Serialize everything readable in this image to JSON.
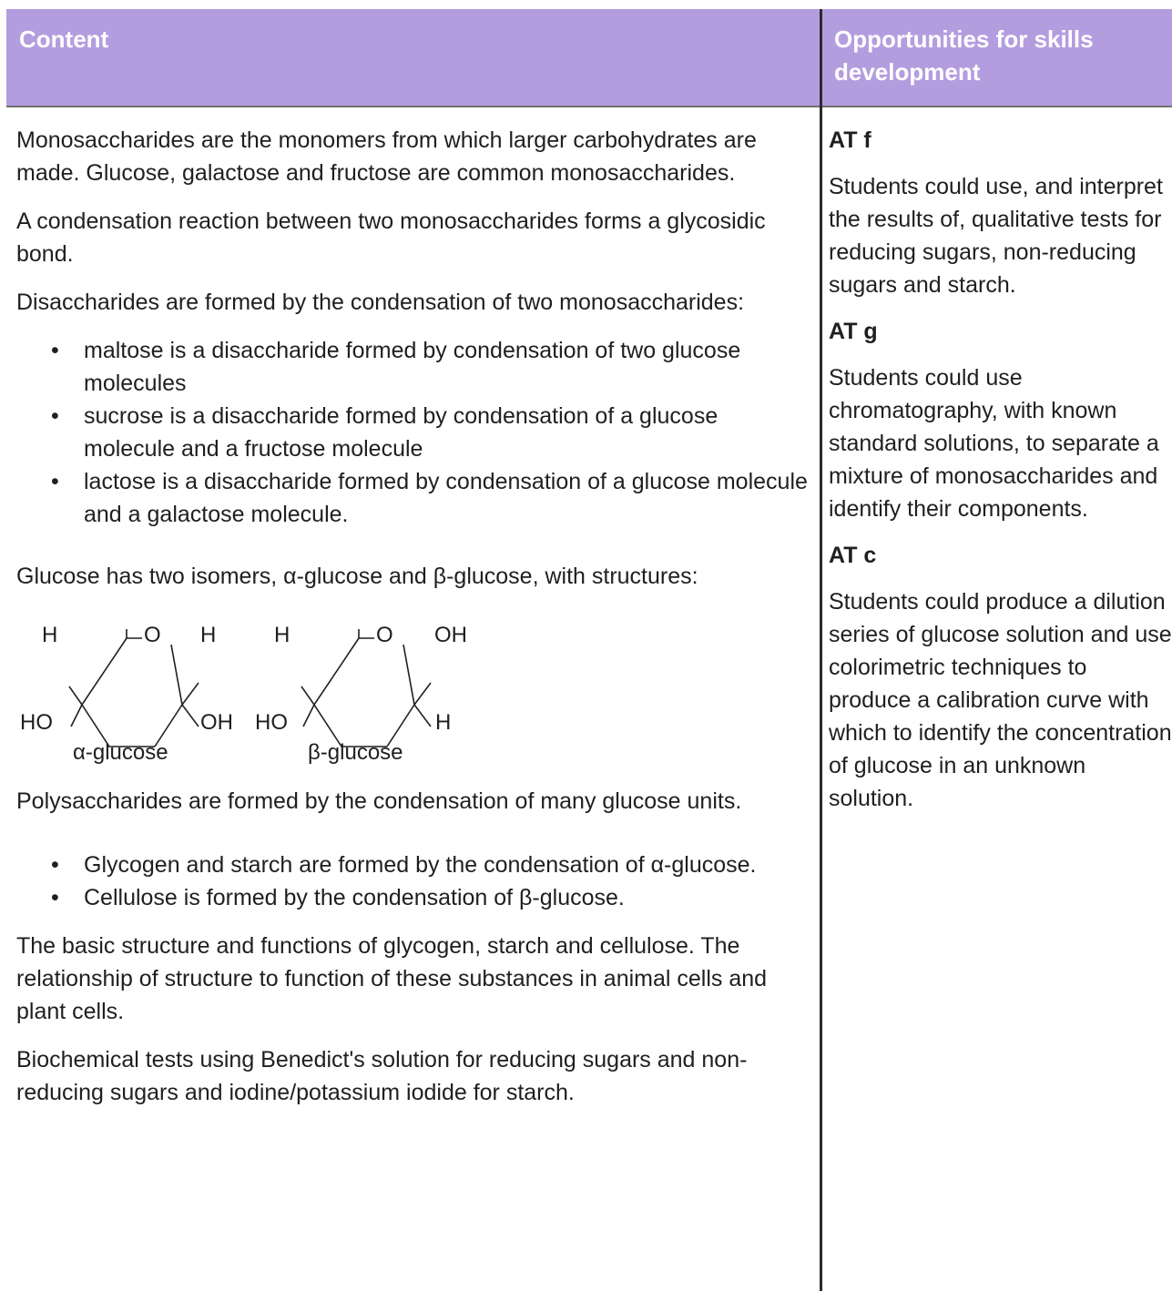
{
  "header": {
    "content": "Content",
    "skills": "Opportunities for skills development"
  },
  "content": {
    "p1": "Monosaccharides are the monomers from which larger carbohydrates are made. Glucose, galactose and fructose are common monosaccharides.",
    "p2": "A condensation reaction between two monosaccharides forms a glycosidic bond.",
    "p3": "Disaccharides are formed by the condensation of two monosaccharides:",
    "list1": [
      "maltose is a disaccharide formed by condensation of two glucose molecules",
      "sucrose is a disaccharide formed by condensation of a glucose molecule and a fructose molecule",
      "lactose is a disaccharide formed by condensation of a glucose molecule and a galactose molecule."
    ],
    "p4": "Glucose has two isomers, α-glucose and β-glucose, with structures:",
    "alpha": {
      "name": "α-glucose",
      "tl": "H",
      "o": "O",
      "tr": "H",
      "bl": "HO",
      "br": "OH"
    },
    "beta": {
      "name": "β-glucose",
      "tl": "H",
      "o": "O",
      "tr": "OH",
      "bl": "HO",
      "br": "H"
    },
    "p5": "Polysaccharides are formed by the condensation of many glucose units.",
    "list2": [
      "Glycogen and starch are formed by the condensation of α-glucose.",
      "Cellulose is formed by the condensation of β-glucose."
    ],
    "p6": "The basic structure and functions of glycogen, starch and cellulose. The relationship of structure to function of these substances in animal cells and plant cells.",
    "p7": "Biochemical tests using Benedict's solution for reducing sugars and non-reducing sugars and iodine/potassium iodide for starch."
  },
  "skills": {
    "sections": [
      {
        "heading": "AT f",
        "text": "Students could use, and interpret the results of, qualitative tests for reducing sugars, non-reducing sugars and starch."
      },
      {
        "heading": "AT g",
        "text": "Students could use chromatography, with known standard solutions, to separate a mixture of monosaccharides and identify their components."
      },
      {
        "heading": "AT c",
        "text": "Students could produce a dilution series of glucose solution and use colorimetric techniques to produce a calibration curve with which to identify the concentration of glucose in an unknown solution."
      }
    ]
  }
}
